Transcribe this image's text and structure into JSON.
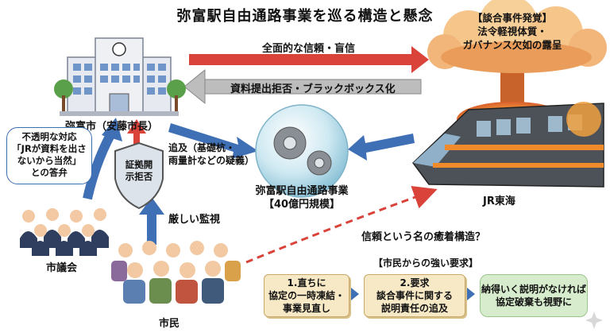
{
  "title": "弥富駅自由通路事業を巡る構造と懸念",
  "explosion": {
    "line1": "【談合事件発覚】",
    "line2": "法令軽視体質・",
    "line3": "ガバナンス欠如の露呈"
  },
  "arrows": {
    "top": "全面的な信頼・盲信",
    "middle": "資料提出拒否・ブラックボックス化",
    "pursuit_line1": "追及（基礎杭・",
    "pursuit_line2": "雨量計などの疑義）",
    "monitor": "厳しい監視",
    "collusion": "信頼という名の癒着構造？"
  },
  "nodes": {
    "city": "弥富市（安藤市長）",
    "project_line1": "弥富駅自由通路事業",
    "project_line2": "【40億円規模】",
    "jr": "JR東海",
    "council": "市議会",
    "citizens": "市民"
  },
  "shield": {
    "line1": "証拠開",
    "line2": "示拒否"
  },
  "speech": {
    "line1": "不透明な対応",
    "line2": "「JRが資料を出さ",
    "line3": "ないから当然」",
    "line4": "との答弁"
  },
  "demands": {
    "header": "【市民からの強い要求】",
    "step1_line1": "1.直ちに",
    "step1_line2": "協定の一時凍結・",
    "step1_line3": "事業見直し",
    "step2_line1": "2.要求",
    "step2_line2": "談合事件に関する",
    "step2_line3": "説明責任の追及",
    "step3_line1": "納得いく説明がなければ",
    "step3_line2": "協定破棄も視野に"
  },
  "colors": {
    "red_arrow": "#d9433a",
    "gray_arrow": "#b9b9b9",
    "blue_arrow": "#3f6fb5",
    "fire": "#f08a2a"
  }
}
